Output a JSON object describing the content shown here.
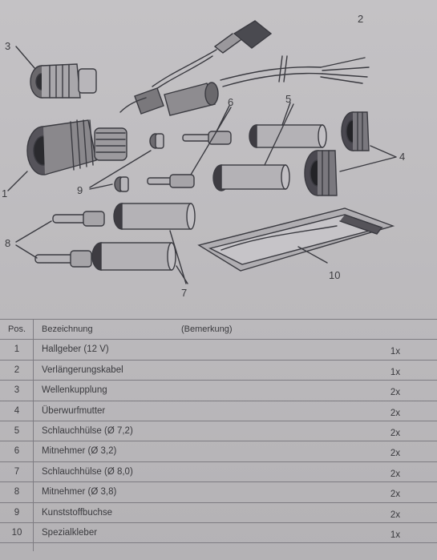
{
  "labels": {
    "l1": "1",
    "l2": "2",
    "l3": "3",
    "l4": "4",
    "l5": "5",
    "l6": "6",
    "l7": "7",
    "l8": "8",
    "l9": "9",
    "l10": "10"
  },
  "table": {
    "headers": {
      "pos": "Pos.",
      "name": "Bezeichnung",
      "note": "(Bemerkung)"
    },
    "rows": [
      {
        "pos": "1",
        "name": "Hallgeber (12 V)",
        "qty": "1x"
      },
      {
        "pos": "2",
        "name": "Verlängerungskabel",
        "qty": "1x"
      },
      {
        "pos": "3",
        "name": "Wellenkupplung",
        "qty": "2x"
      },
      {
        "pos": "4",
        "name": "Überwurfmutter",
        "qty": "2x"
      },
      {
        "pos": "5",
        "name": "Schlauchhülse (Ø 7,2)",
        "qty": "2x"
      },
      {
        "pos": "6",
        "name": "Mitnehmer (Ø 3,2)",
        "qty": "2x"
      },
      {
        "pos": "7",
        "name": "Schlauchhülse (Ø 8,0)",
        "qty": "2x"
      },
      {
        "pos": "8",
        "name": "Mitnehmer (Ø 3,8)",
        "qty": "2x"
      },
      {
        "pos": "9",
        "name": "Kunststoffbuchse",
        "qty": "2x"
      },
      {
        "pos": "10",
        "name": "Spezialkleber",
        "qty": "1x"
      }
    ]
  }
}
